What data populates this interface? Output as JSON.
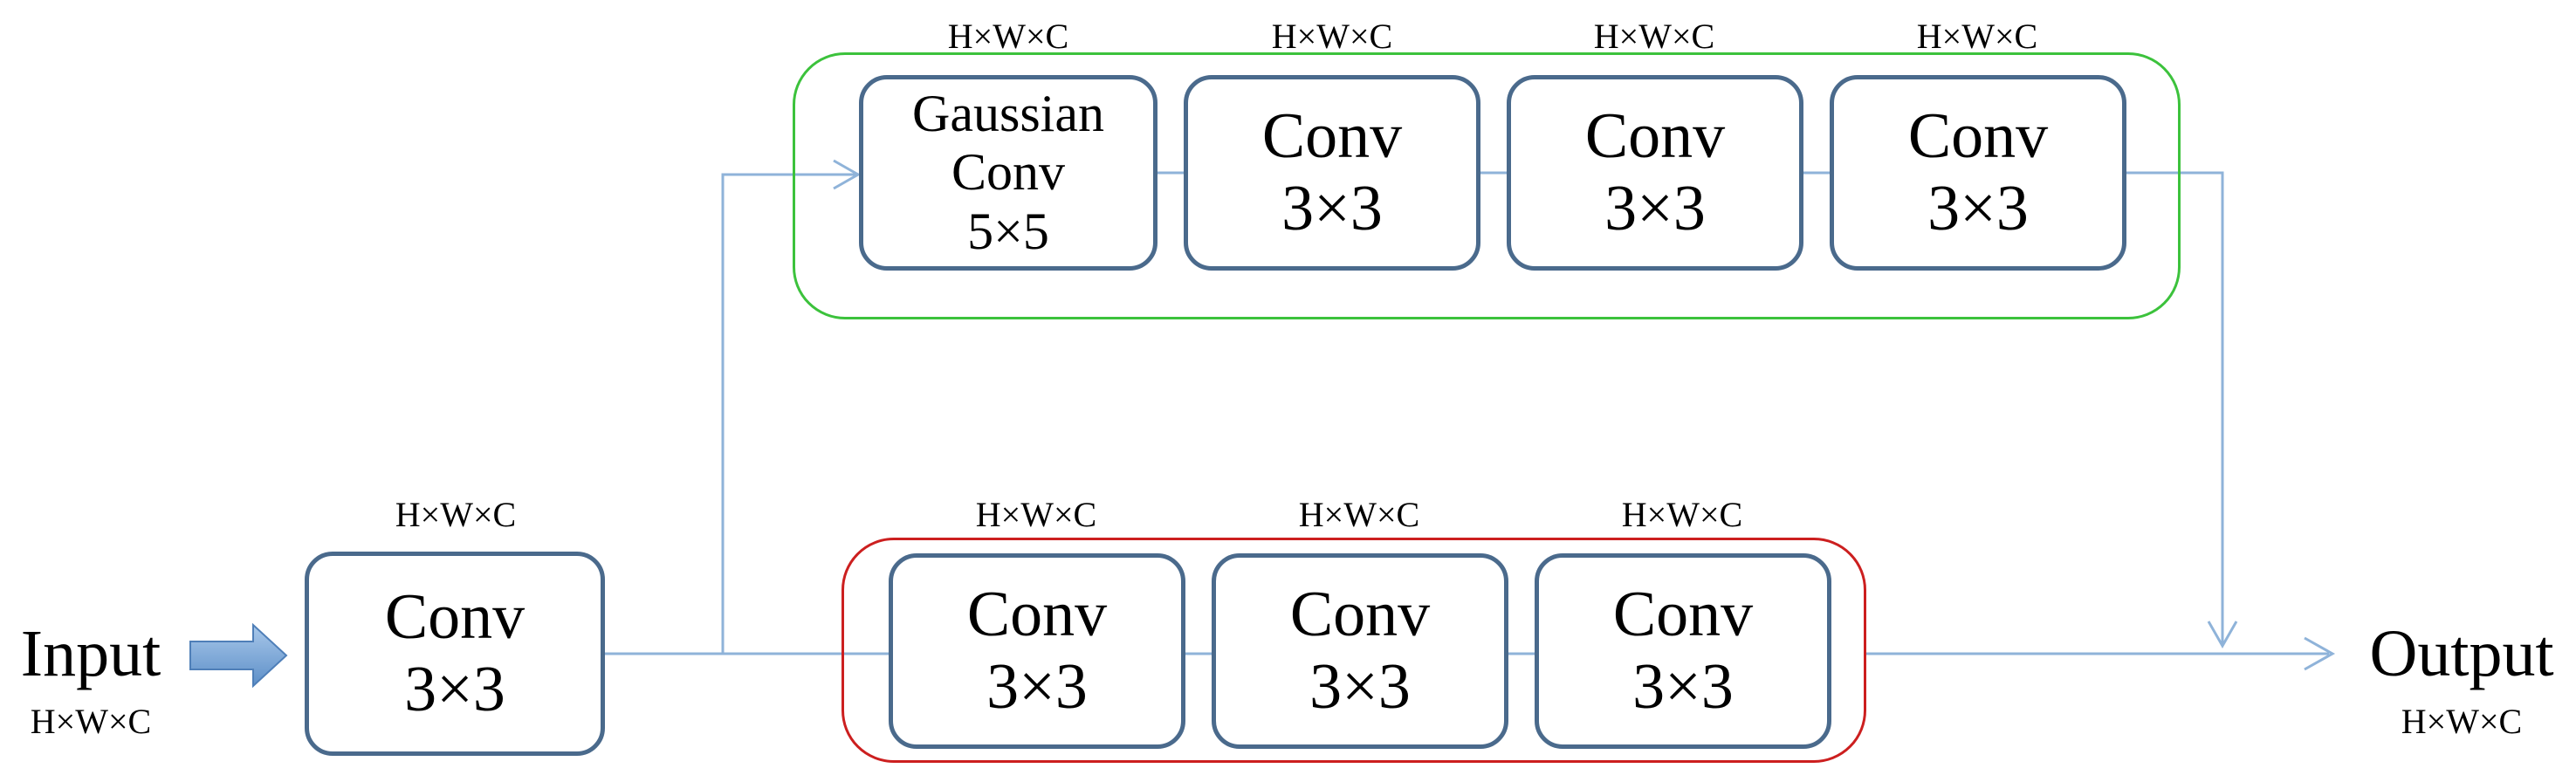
{
  "input": {
    "label": "Input",
    "dims": "H×W×C"
  },
  "output": {
    "label": "Output",
    "dims": "H×W×C"
  },
  "first_block": {
    "line1": "Conv",
    "line2": "3×3",
    "dims": "H×W×C"
  },
  "top_branch": {
    "blocks": [
      {
        "lines": [
          "Gaussian",
          "Conv",
          "5×5"
        ],
        "dims": "H×W×C"
      },
      {
        "lines": [
          "Conv",
          "3×3"
        ],
        "dims": "H×W×C"
      },
      {
        "lines": [
          "Conv",
          "3×3"
        ],
        "dims": "H×W×C"
      },
      {
        "lines": [
          "Conv",
          "3×3"
        ],
        "dims": "H×W×C"
      }
    ]
  },
  "bottom_branch": {
    "blocks": [
      {
        "lines": [
          "Conv",
          "3×3"
        ],
        "dims": "H×W×C"
      },
      {
        "lines": [
          "Conv",
          "3×3"
        ],
        "dims": "H×W×C"
      },
      {
        "lines": [
          "Conv",
          "3×3"
        ],
        "dims": "H×W×C"
      }
    ]
  },
  "colors": {
    "block_border": "#4a6a8c",
    "connector": "#8fb3d9",
    "top_group_border": "#3cc23c",
    "bottom_group_border": "#cc1f1f",
    "input_arrow": "#6fa0d6"
  }
}
